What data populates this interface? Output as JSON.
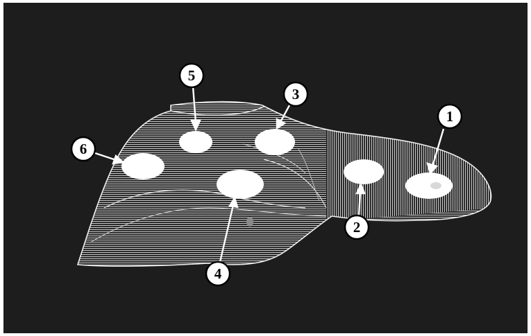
{
  "colors": {
    "background": "#1d1d1d",
    "frame": "#ffffff",
    "mesh": "#d9d9d9",
    "marker": "#ffffff",
    "callout_fill": "#ffffff",
    "callout_text": "#000000"
  },
  "callouts": [
    {
      "id": "1",
      "label": "1"
    },
    {
      "id": "2",
      "label": "2"
    },
    {
      "id": "3",
      "label": "3"
    },
    {
      "id": "4",
      "label": "4"
    },
    {
      "id": "5",
      "label": "5"
    },
    {
      "id": "6",
      "label": "6"
    }
  ]
}
